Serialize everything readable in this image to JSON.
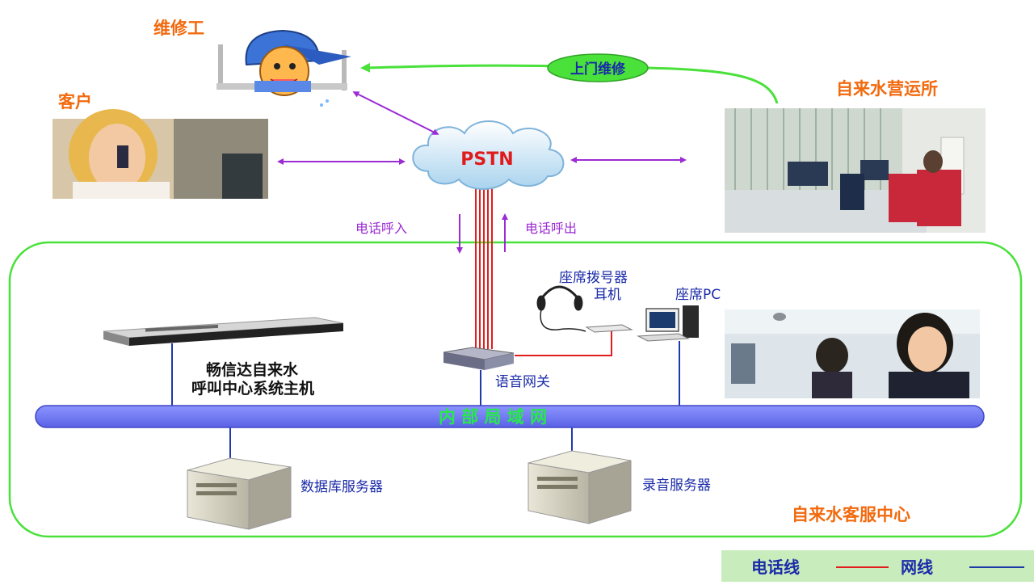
{
  "labels": {
    "repairman": "维修工",
    "customer": "客户",
    "water_office": "自来水营运所",
    "onsite_repair": "上门维修",
    "pstn": "PSTN",
    "call_in": "电话呼入",
    "call_out": "电话呼出",
    "agent_dialer": "座席拨号器",
    "headset": "耳机",
    "agent_pc": "座席PC",
    "host_line1": "畅信达自来水",
    "host_line2": "呼叫中心系统主机",
    "voice_gateway": "语音网关",
    "lan": "内 部 局 域 网",
    "db_server": "数据库服务器",
    "rec_server": "录音服务器",
    "service_center": "自来水客服中心"
  },
  "legend": {
    "phone_line": "电话线",
    "network_line": "网线"
  },
  "colors": {
    "orange_label": "#f26a0e",
    "blue_label": "#1a2aa8",
    "purple_label": "#9b2bd3",
    "green_border": "#49e13a",
    "lan_fill": "#6f78f0",
    "lan_text": "#27e94a",
    "phone_line": "#e11d1d",
    "network_line": "#1f3aa8",
    "pstn_text": "#e01b1b"
  }
}
